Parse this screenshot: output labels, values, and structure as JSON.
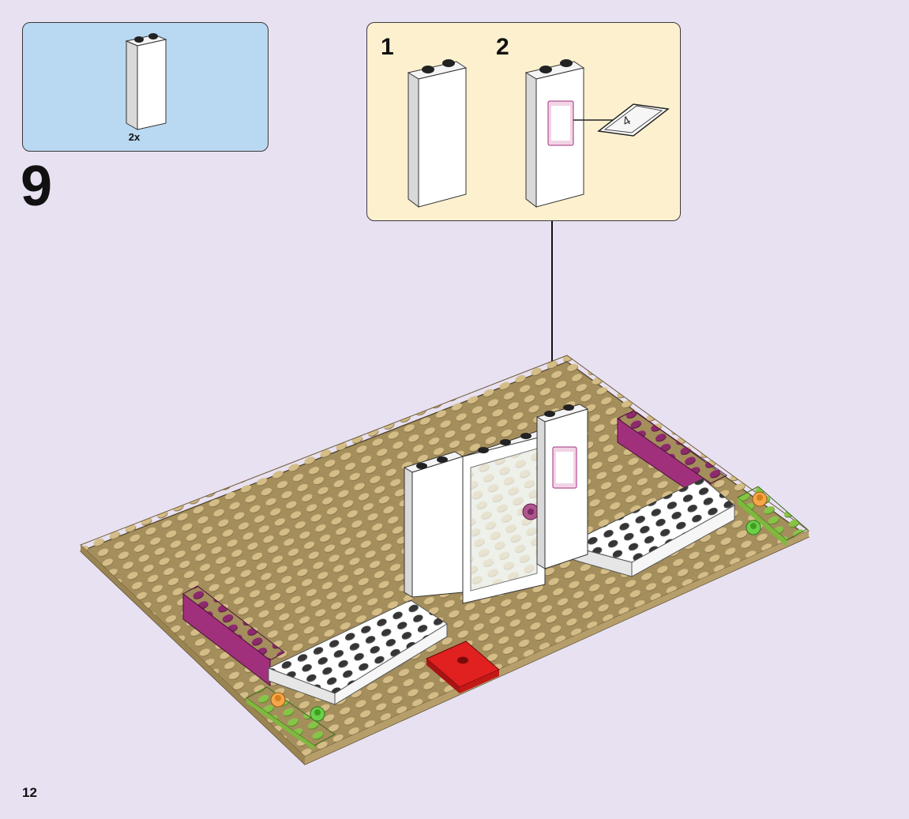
{
  "parts": {
    "count": "2x",
    "icon": "white-brick-1x2x5-icon"
  },
  "step": {
    "number": "9"
  },
  "substeps": [
    {
      "label": "1",
      "icon": "white-brick-icon"
    },
    {
      "label": "2",
      "icon": "white-brick-with-sticker-icon"
    }
  ],
  "sticker": {
    "label": "4",
    "icon": "sticker-sheet-icon"
  },
  "page": {
    "number": "12"
  },
  "colors": {
    "background": "#e8e1f2",
    "parts_box": "#b9d8f2",
    "substep_box": "#fdf0cf",
    "baseplate": "#c9b27c",
    "magenta": "#a0307c",
    "lime": "#9dd15a",
    "red": "#d91a1a",
    "white_brick": "#ffffff"
  }
}
